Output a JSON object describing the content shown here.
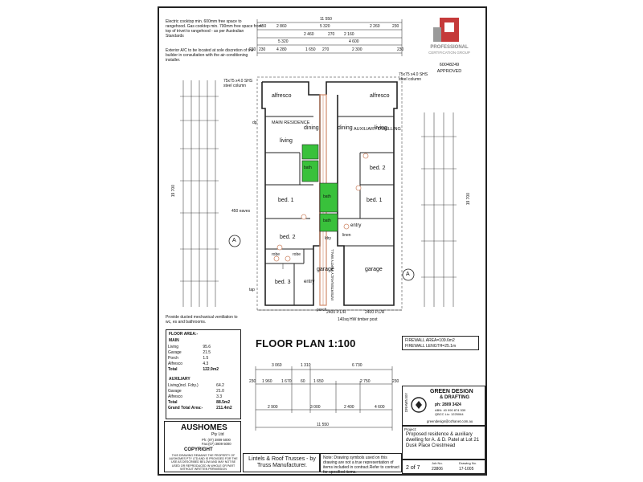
{
  "notes": {
    "cooktop": "Electric cooktop min. 600mm free space to rangehood. Gas cooktop min. 700mm free space from top of trivet to rangehood - as per Australian Standards",
    "ac": "Exterior A/C to be located at sole discretion of the builder in consultation with the air-conditioning installer.",
    "ventilation": "Provide ducted mechanical ventilation to wc, es and bathrooms."
  },
  "cert": {
    "line1": "PROFESSIONAL",
    "line2": "CERTIFICATION GROUP",
    "number": "60048249",
    "status": "APPROVED"
  },
  "dims": {
    "top_overall": "11 550",
    "top_row1": [
      "450",
      "2 860",
      "5 320",
      "2 260",
      "230"
    ],
    "top_row2": [
      "2 460",
      "270",
      "2 160"
    ],
    "top_row3": [
      "5 320",
      "4 600"
    ],
    "top_row4": [
      "230",
      "230",
      "4 280",
      "1 650",
      "270",
      "2 300",
      "230"
    ],
    "bottom_overall": "11 550",
    "bottom_row1": [
      "3 060",
      "1 310",
      "6 730"
    ],
    "bottom_row2": [
      "230",
      "1 960",
      "1 670",
      "60",
      "1 650",
      "2 750",
      "230"
    ],
    "bottom_row3": [
      "2 900",
      "3 000",
      "2 400",
      "4 600"
    ],
    "left_overall": "19 700",
    "right_overall": "19 700"
  },
  "rooms": {
    "alfresco_l": "alfresco",
    "alfresco_r": "alfresco",
    "main_residence": "MAIN RESIDENCE",
    "auxiliary_dwelling": "AUXILIARY DWELLING",
    "dining_l": "dining",
    "dining_r": "dining",
    "living_l": "living",
    "living_r": "living",
    "bed1_l": "bed. 1",
    "bed2_l": "bed. 2",
    "bed3_l": "bed. 3",
    "bed1_r": "bed. 1",
    "bed2_r": "bed. 2",
    "bath_a": "bath",
    "bath_b": "bath",
    "bath_c": "bath",
    "entry_l": "entry",
    "entry_r": "entry",
    "garage_l": "garage",
    "garage_r": "garage",
    "robe_a": "robe",
    "robe_b": "robe",
    "linen": "linen",
    "porch": "porch",
    "ldry": "ldry",
    "firewall_wall": "INTERTENANCY PARTY WALL"
  },
  "labels": {
    "eaves": "450 eaves",
    "column_l": "75x75 x4.0 SHS steel column",
    "column_r": "75x75 x4.0 SHS steel column",
    "section_a": "A",
    "hw": "140sq HW timber post",
    "plr_l": "2400 P.L/R",
    "plr_r": "2400 P.L/R",
    "dp": "dp",
    "tap": "tap"
  },
  "floor_plan_title": "FLOOR PLAN 1:100",
  "firewall": {
    "area": "FIREWALL AREA=109.6m2",
    "length": "FIREWALL LENGTH=25.1m"
  },
  "areas": {
    "title": "FLOOR AREA:-",
    "main_heading": "MAIN",
    "main": [
      {
        "name": "Living",
        "value": "95.6"
      },
      {
        "name": "Garage",
        "value": "21.5"
      },
      {
        "name": "Porch",
        "value": "1.5"
      },
      {
        "name": "Alfresco",
        "value": "4.3"
      }
    ],
    "main_total_label": "Total",
    "main_total": "122.9m2",
    "aux_heading": "AUXILIARY",
    "aux": [
      {
        "name": "Living(incl. Fdry.)",
        "value": "64.2"
      },
      {
        "name": "Garage",
        "value": "21.0"
      },
      {
        "name": "Alfresco",
        "value": "3.3"
      }
    ],
    "aux_total_label": "Total",
    "aux_total": "88.5m2",
    "grand_label": "Grand Total Area:-",
    "grand_total": "211.4m2"
  },
  "aushomes": {
    "name": "AUSHOMES",
    "sub": "Pty Ltd",
    "ph": "Ph: (07) 3809 5000",
    "fax": "Fax:(07) 3809 5000",
    "copyright": "COPYRIGHT",
    "copyright_text": "THIS DRAWING REMAINS THE PROPERTY OF AUSHOMES PTY LTD AND IS PROVIDED FOR THE USE AS DESCRIBED BELOW AND MAY NOT BE USED OR REPRODUCED IN WHOLE OR PART WITHOUT WRITTEN PERMISSION"
  },
  "lintels": "Lintels & Roof Trusses - by Truss Manufacturer.",
  "disclaimer": "Note: Drawing symbols used on this drawing are not a true representation of items included in contract.Refer to contract for specified items.",
  "green_design": {
    "name": "GREEN DESIGN",
    "sub": "& DRAFTING",
    "ph": "ph: 2809 3424",
    "abn": "ABN: 40 990 874 539",
    "qbcc": "QBCC Lic: 1225064",
    "email": "greendesign@ozhanet.com.au",
    "drawn_label": "DRAWN BY"
  },
  "project": {
    "label": "Project:",
    "description": "Proposed residence & auxiliary dwelling for A. & D. Patel at Lot 21 Dusk Place Crestmead"
  },
  "sheet": {
    "page": "2 of 7",
    "job_label": "Job No.",
    "job": "23806",
    "drawing_label": "Drawing No.",
    "drawing": "17-1005"
  },
  "colors": {
    "wet_area": "#39c13b",
    "line": "#222222",
    "firewall": "#d08a6a"
  }
}
